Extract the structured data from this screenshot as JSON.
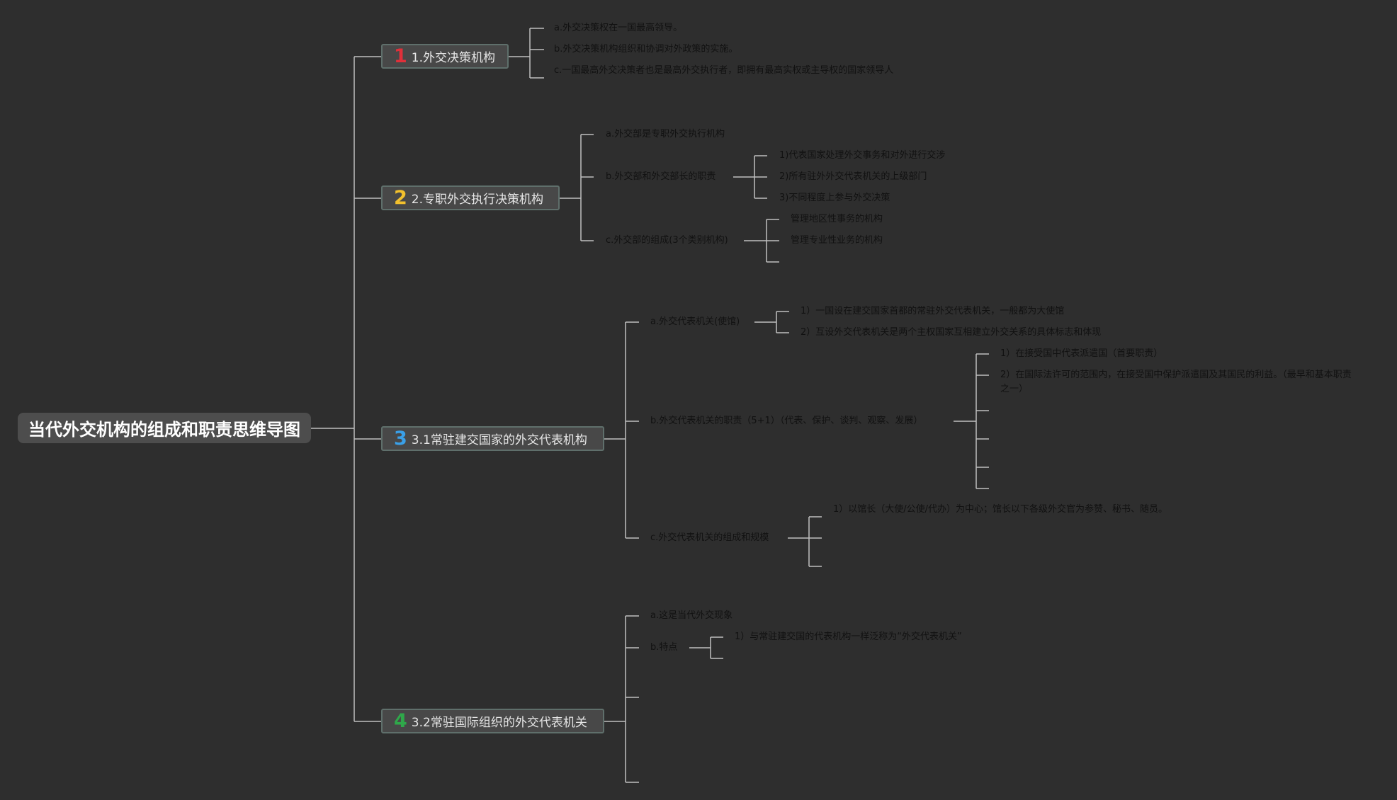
{
  "root": "当代外交机构的组成和职责思维导图",
  "colors": {
    "background": "#2e2e2e",
    "line": "#bfbfbf",
    "num1": "#e0303a",
    "num2": "#f2c02d",
    "num3": "#3aa0e8",
    "num4": "#2fa84a"
  },
  "branch1": {
    "num": "1",
    "label": "1.外交决策机构",
    "items": [
      "a.外交决策权在一国最高领导。",
      "b.外交决策机构组织和协调对外政策的实施。",
      "c.一国最高外交决策者也是最高外交执行者，即拥有最高实权或主导权的国家领导人"
    ]
  },
  "branch2": {
    "num": "2",
    "label": "2.专职外交执行决策机构",
    "a": "a.外交部是专职外交执行机构",
    "b": "b.外交部和外交部长的职责",
    "b_items": [
      "1)代表国家处理外交事务和对外进行交涉",
      "2)所有驻外外交代表机关的上级部门",
      "3)不同程度上参与外交决策"
    ],
    "c": "c.外交部的组成(3个类别机构)",
    "c_items": [
      "管理地区性事务的机构",
      "管理专业性业务的机构"
    ]
  },
  "branch3": {
    "num": "3",
    "label": "3.1常驻建交国家的外交代表机构",
    "a": "a.外交代表机关(使馆)",
    "a_items": [
      "1）一国设在建交国家首都的常驻外交代表机关，一般都为大使馆",
      "2）互设外交代表机关是两个主权国家互相建立外交关系的具体标志和体现"
    ],
    "b": "b.外交代表机关的职责（5+1）（代表、保护、谈判、观察、发展）",
    "b_items": [
      "1）在接受国中代表派遣国（首要职责）",
      "2）在国际法许可的范围内，在接受国中保护派遣国及其国民的利益。（最早和基本职责之一）"
    ],
    "c": "c.外交代表机关的组成和规模",
    "c_items": [
      "1）以馆长（大使/公使/代办）为中心；馆长以下各级外交官为参赞、秘书、随员。"
    ]
  },
  "branch4": {
    "num": "4",
    "label": "3.2常驻国际组织的外交代表机关",
    "a": "a.这是当代外交现象",
    "b": "b.特点",
    "b_items": [
      "1）与常驻建交国的代表机构一样泛称为“外交代表机关”"
    ]
  }
}
